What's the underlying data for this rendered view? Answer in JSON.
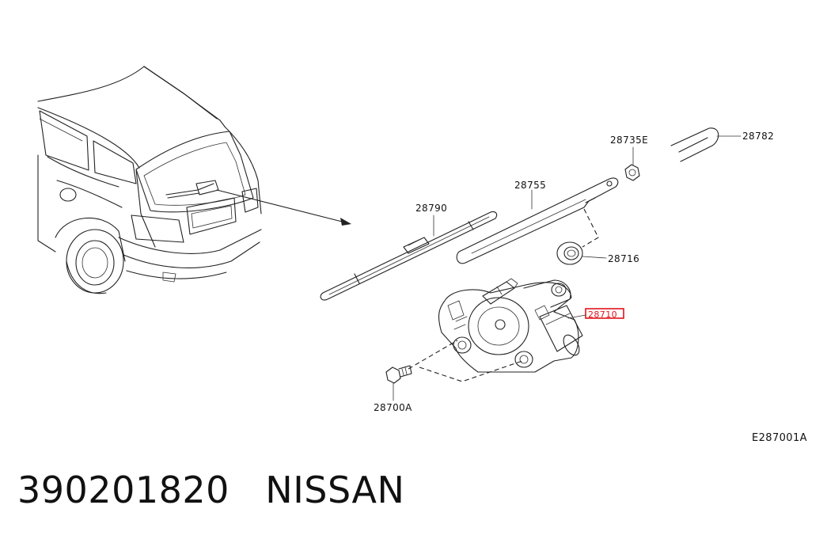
{
  "callouts": {
    "c28735E": "28735E",
    "c28782": "28782",
    "c28755": "28755",
    "c28790": "28790",
    "c28716": "28716",
    "c28710": "28710",
    "c28700A": "28700A"
  },
  "diagram_code": "E287001A",
  "caption": {
    "part_number": "390201820",
    "brand": "NISSAN"
  },
  "colors": {
    "line": "#222222",
    "highlight": "#e0141b",
    "background": "#ffffff"
  }
}
